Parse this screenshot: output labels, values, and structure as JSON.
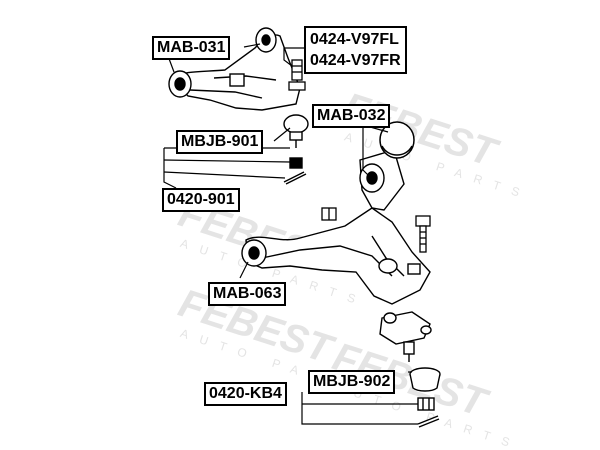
{
  "watermark": {
    "brand": "FEBEST",
    "subtitle": "AUTO PARTS"
  },
  "labels": {
    "mab_031": "MAB-031",
    "v97fl": "0424-V97FL",
    "v97fr": "0424-V97FR",
    "mab_032": "MAB-032",
    "mbjb_901": "MBJB-901",
    "p0420_901": "0420-901",
    "mab_063": "MAB-063",
    "mbjb_902": "MBJB-902",
    "p0420_kb4": "0420-KB4"
  },
  "colors": {
    "watermark": "#e4e4e4",
    "line": "#000000",
    "background": "#ffffff"
  }
}
